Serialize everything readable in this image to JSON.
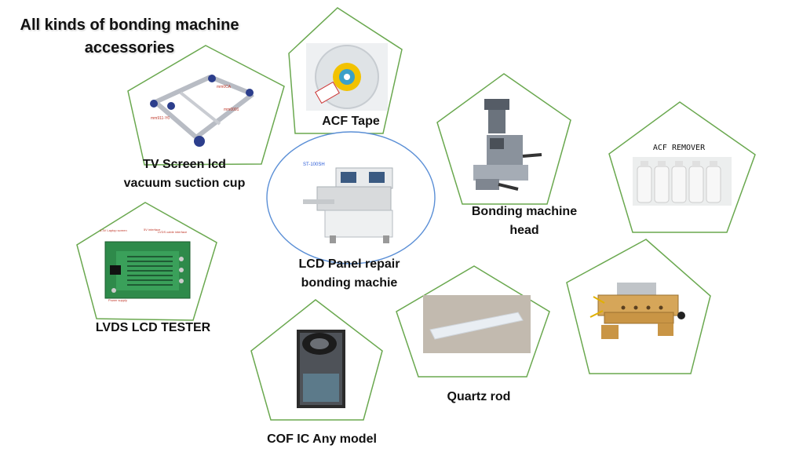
{
  "title": {
    "line1": "All kinds of bonding machine",
    "line2": "accessories"
  },
  "items": [
    {
      "line1": "TV Screen lcd",
      "line2": "vacuum suction cup"
    },
    {
      "line1": "ACF Tape"
    },
    {
      "line1": "LCD Panel repair",
      "line2": "bonding machie",
      "model": "ST-100SH"
    },
    {
      "line1": "Bonding machine",
      "line2": "head"
    },
    {
      "line1": "ACF REMOVER"
    },
    {
      "line1": "LVDS LCD TESTER"
    },
    {
      "line1": "COF IC Any model"
    },
    {
      "line1": "Quartz rod"
    }
  ],
  "colors": {
    "pentagon_stroke": "#6aa84f",
    "circle_stroke": "#5b8fd6"
  }
}
